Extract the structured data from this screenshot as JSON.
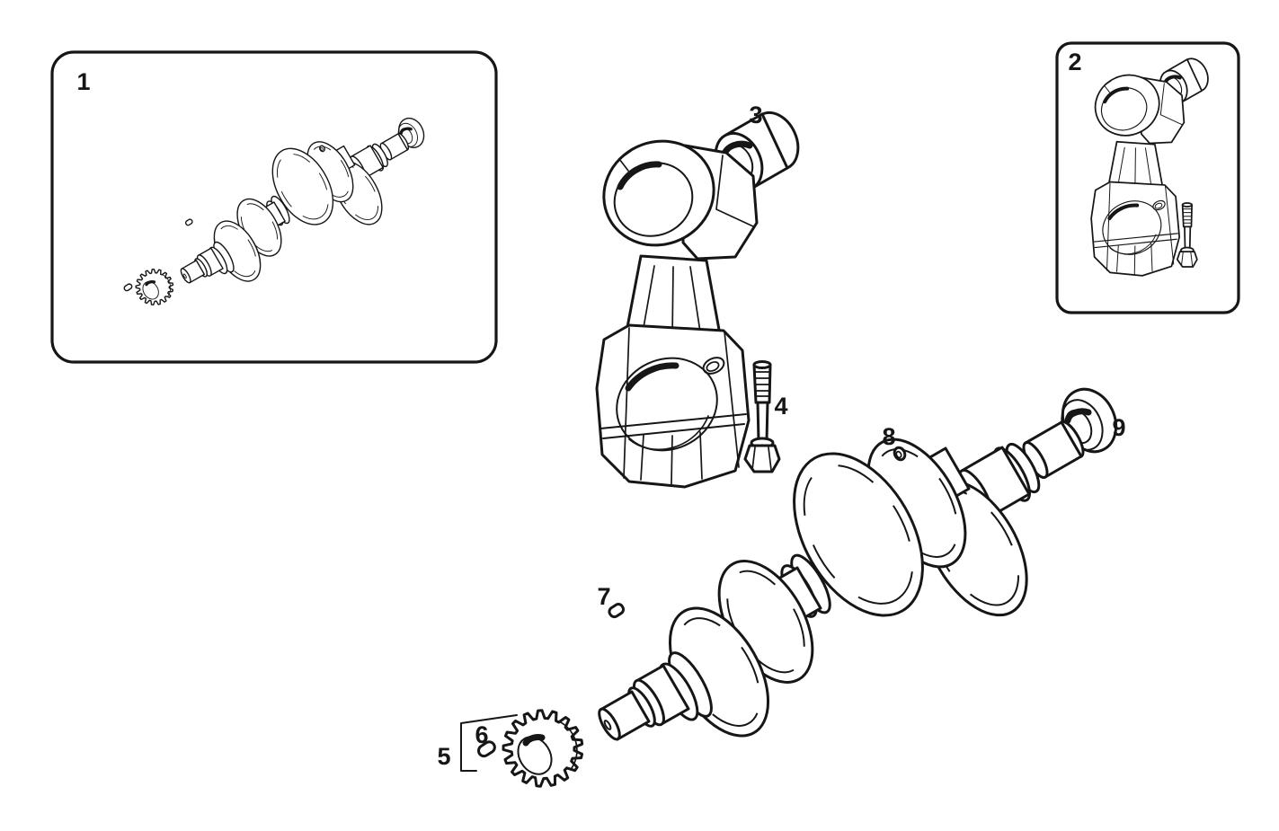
{
  "page": {
    "background": "#ffffff",
    "line_color": "#161616"
  },
  "callouts": {
    "c1": "1",
    "c2": "2",
    "c3": "3",
    "c4": "4",
    "c5": "5",
    "c6": "6",
    "c7": "7",
    "c8": "8",
    "c9": "9"
  }
}
